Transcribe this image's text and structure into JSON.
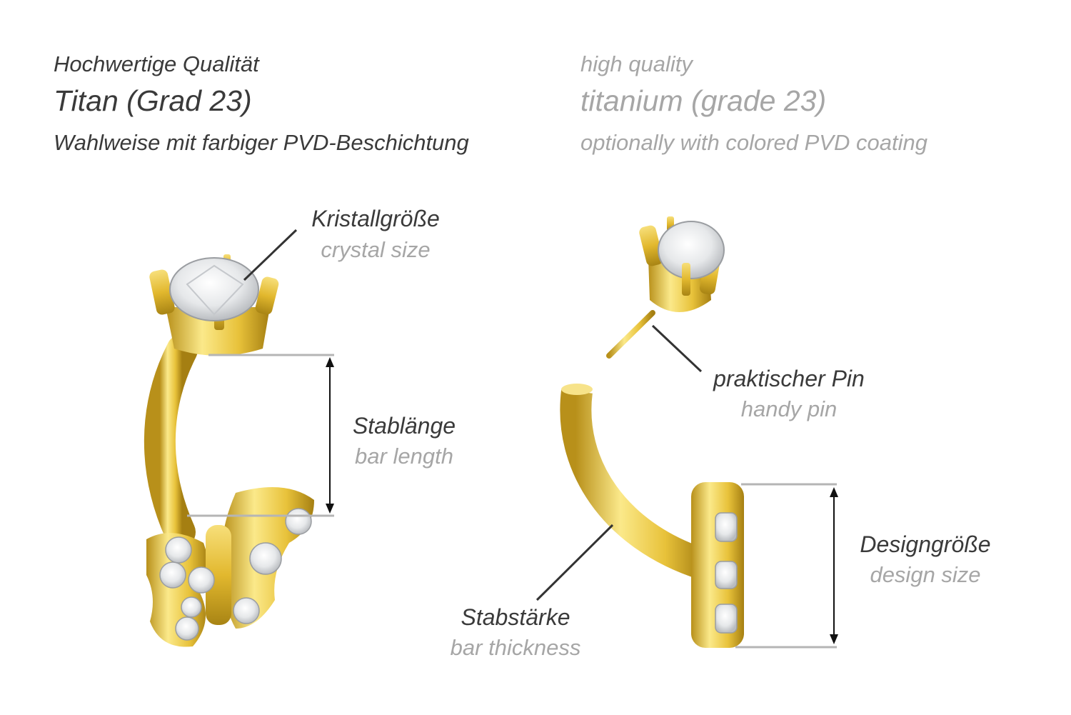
{
  "header": {
    "de": {
      "quality": "Hochwertige Qualität",
      "material": "Titan (Grad 23)",
      "coating": "Wahlweise mit farbiger PVD-Beschichtung"
    },
    "en": {
      "quality": "high quality",
      "material": "titanium (grade 23)",
      "coating": "optionally with colored PVD coating"
    }
  },
  "labels": {
    "crystal": {
      "de": "Kristallgröße",
      "en": "crystal size"
    },
    "bar_length": {
      "de": "Stablänge",
      "en": "bar length"
    },
    "pin": {
      "de": "praktischer Pin",
      "en": "handy pin"
    },
    "thickness": {
      "de": "Stabstärke",
      "en": "bar thickness"
    },
    "design": {
      "de": "Designgröße",
      "en": "design size"
    }
  },
  "colors": {
    "gold": "#e8c23a",
    "gold_dark": "#b8901a",
    "gold_light": "#fbe98a",
    "crystal": "#eef0f2",
    "pointer": "#333333",
    "guide": "#b5b5b5"
  }
}
